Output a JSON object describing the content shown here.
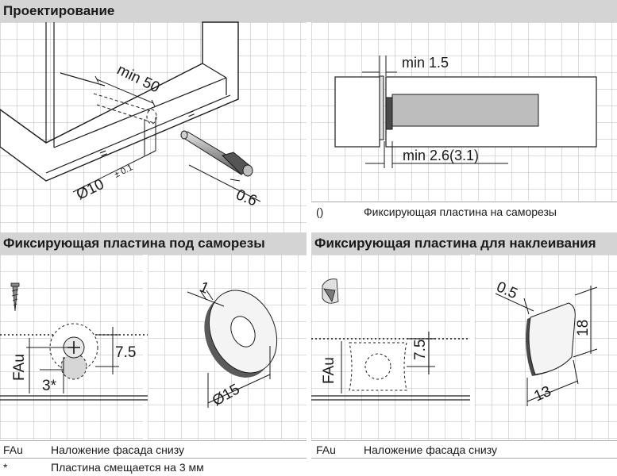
{
  "sections": {
    "design": "Проектирование",
    "screw_plate": "Фиксирующая пластина под саморезы",
    "adhesive_plate": "Фиксирующая пластина для наклеивания"
  },
  "dimensions": {
    "min50": "min 50",
    "dia10": "Ø10",
    "tol": "± 0.1",
    "d06": "0.6",
    "min15": "min 1.5",
    "min26": "min 2.6(3.1)",
    "d75a": "7.5",
    "d3star": "3*",
    "fau_a": "FAu",
    "d1": "1",
    "dia15": "Ø15",
    "d75b": "7.5",
    "fau_b": "FAu",
    "d05": "0.5",
    "d18": "18",
    "d13": "13"
  },
  "legends": {
    "top_right": {
      "key": "()",
      "text": "Фиксирующая пластина на саморезы"
    },
    "bottom_left": [
      {
        "key": "FAu",
        "text": "Наложение фасада снизу"
      },
      {
        "key": "*",
        "text": "Пластина смещается на 3 мм"
      }
    ],
    "bottom_right": [
      {
        "key": "FAu",
        "text": "Наложение фасада снизу"
      }
    ]
  },
  "colors": {
    "header_band": "#d4d4d4",
    "grid": "#b8b8b8",
    "part_fill": "#bdbdbd",
    "line": "#1a1a1a"
  }
}
